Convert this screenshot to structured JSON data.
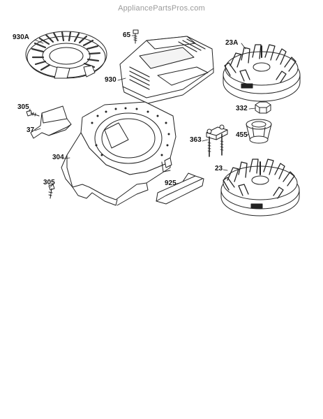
{
  "watermark": "AppliancePartsPros.com",
  "labels": {
    "p930A": "930A",
    "p65": "65",
    "p930": "930",
    "p23A": "23A",
    "p305a": "305",
    "p37": "37",
    "p304": "304",
    "p332": "332",
    "p363": "363",
    "p455": "455",
    "p23": "23",
    "p925": "925",
    "p305b": "305"
  }
}
